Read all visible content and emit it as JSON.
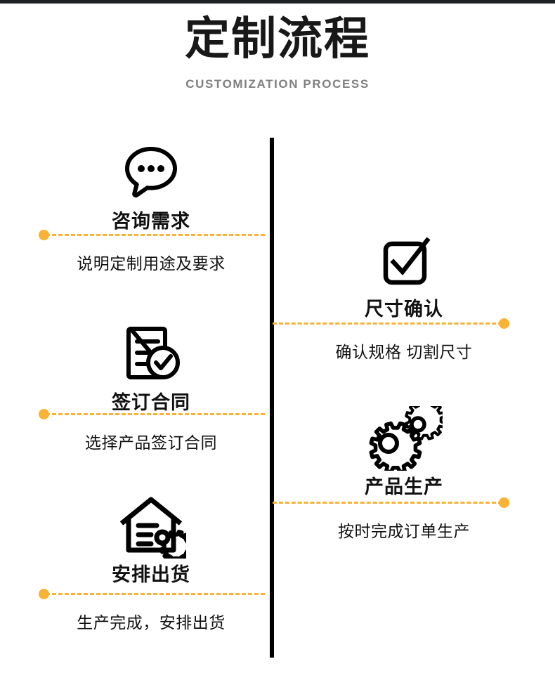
{
  "header": {
    "title": "定制流程",
    "subtitle": "CUSTOMIZATION PROCESS"
  },
  "colors": {
    "accent": "#f9b233",
    "spine": "#000000",
    "text": "#111111",
    "subtitle": "#808080",
    "top_bar": "#1e2225",
    "background": "#ffffff"
  },
  "steps": [
    {
      "side": "left",
      "icon": "speech-bubble-dots-icon",
      "title": "咨询需求",
      "desc": "说明定制用途及要求"
    },
    {
      "side": "right",
      "icon": "checkbox-check-icon",
      "title": "尺寸确认",
      "desc": "确认规格 切割尺寸"
    },
    {
      "side": "left",
      "icon": "document-check-icon",
      "title": "签订合同",
      "desc": "选择产品签订合同"
    },
    {
      "side": "right",
      "icon": "gears-icon",
      "title": "产品生产",
      "desc": "按时完成订单生产"
    },
    {
      "side": "left",
      "icon": "factory-gear-icon",
      "title": "安排出货",
      "desc": "生产完成，安排出货"
    }
  ]
}
